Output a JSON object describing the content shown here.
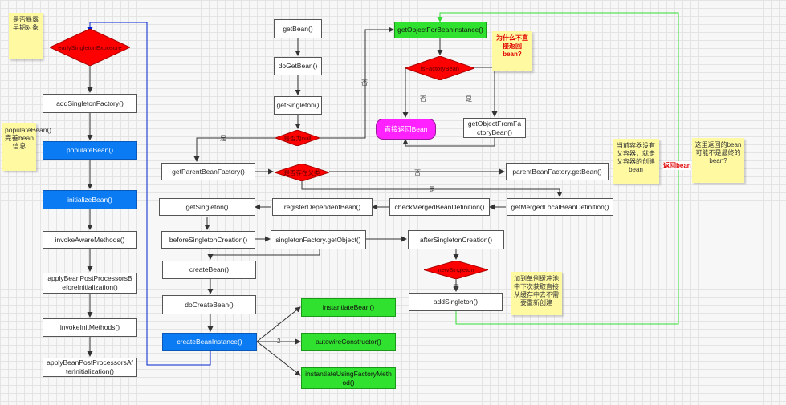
{
  "boxes": {
    "add_singleton_factory": "addSingletonFactory()",
    "populate_bean": "populateBean()",
    "initialize_bean": "initializeBean()",
    "invoke_aware_methods": "invokeAwareMethods()",
    "apply_before": "applyBeanPostProcessorsBeforeInitialization()",
    "invoke_init_methods": "invokeInitMethods()",
    "apply_after": "applyBeanPostProcessorsAfterInitialization()",
    "get_bean": "getBean()",
    "do_get_bean": "doGetBean()",
    "get_singleton_1": "getSingleton()",
    "get_object_for_bean_instance": "getObjectForBeanInstance()",
    "return_bean_directly": "直接返回Bean",
    "get_object_from_factory_bean": "getObjectFromFactoryBean()",
    "get_parent_bean_factory": "getParentBeanFactory()",
    "parent_get_bean": "parentBeanFactory.getBean()",
    "get_singleton_2": "getSingleton()",
    "register_dependent_bean": "registerDependentBean()",
    "check_merged_bean_definition": "checkMergedBeanDefinition()",
    "get_merged_local_bean_definition": "getMergedLocalBeanDefinition()",
    "before_singleton_creation": "beforeSingletonCreation()",
    "singleton_factory_get_object": "singletonFactory.getObject()",
    "after_singleton_creation": "afterSingletonCreation()",
    "create_bean": "createBean()",
    "do_create_bean": "doCreateBean()",
    "add_singleton": "addSingleton()",
    "create_bean_instance": "createBeanInstance()",
    "instantiate_bean": "instantiateBean()",
    "autowire_constructor": "autowireConstructor()",
    "instantiate_using_factory_method": "instantiateUsingFactoryMethod()"
  },
  "diamonds": {
    "early_singleton_exposure": "earlySingletonExposure",
    "is_factory_bean": "isFactoryBean",
    "singleton_is_null": "是否为null",
    "has_parent": "是否存在父类",
    "new_singleton": "newSingleton"
  },
  "notes": {
    "early_exposure": "是否暴露早期对象",
    "populate": "populateBean()完善bean信息",
    "why_not_return": "为什么不直接返回bean?",
    "parent_container": "当前容器没有父容器，就走父容器的创建bean",
    "final_bean": "这里返回的bean可能不是最终的bean?",
    "add_to_pool": "加到单例缓冲池中下次获取直接从缓存中去不需要重新创建"
  },
  "edge_labels": {
    "no_1": "否",
    "no_2": "否",
    "yes_1": "是",
    "yes_2": "是",
    "no_3": "否",
    "yes_3": "是",
    "yes_4": "是",
    "return_bean": "返回bean",
    "n3": "3",
    "n2": "2",
    "n1": "1"
  },
  "colors": {
    "blue_box": "#0a7bf2",
    "green_box": "#31e12f",
    "pink_box": "#ff21ff",
    "red_diamond": "#ff0000",
    "note": "#fffaa2",
    "loop_line_blue": "#0022cc",
    "loop_line_green": "#33dd33"
  }
}
